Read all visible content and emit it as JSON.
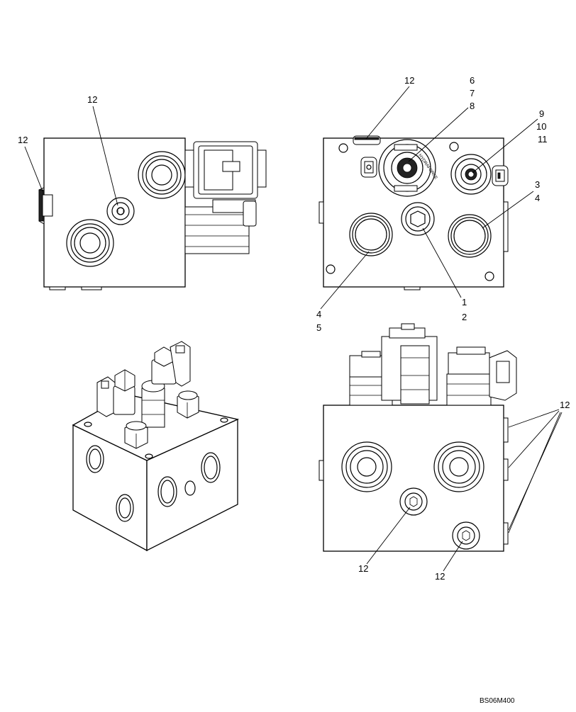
{
  "drawing_code": "BS06M400",
  "callouts": {
    "tl_top": "12",
    "tl_left": "12",
    "tr_top": "12",
    "tr_6": "6",
    "tr_7": "7",
    "tr_8": "8",
    "tr_9": "9",
    "tr_10": "10",
    "tr_11": "11",
    "tr_3": "3",
    "tr_4a": "4",
    "tr_4b": "4",
    "tr_5": "5",
    "tr_1": "1",
    "tr_2": "2",
    "br_right": "12",
    "br_bottom_left": "12",
    "br_bottom_right": "12"
  }
}
